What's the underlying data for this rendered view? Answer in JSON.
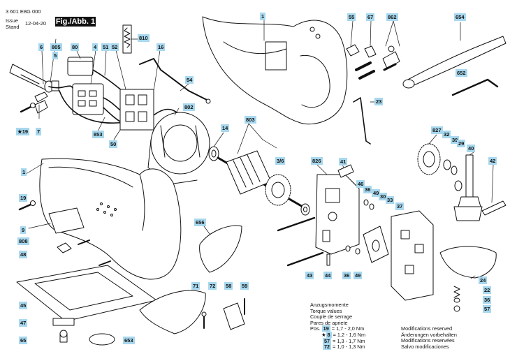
{
  "header": {
    "doc_number": "3 601 E8G 000",
    "issue_label": "Issue",
    "stand_label": "Stand",
    "issue_date": "12-04-20",
    "figure_label": "Fig./Abb. 1"
  },
  "part_labels": [
    {
      "id": "1a",
      "text": "1"
    },
    {
      "id": "55",
      "text": "55"
    },
    {
      "id": "67",
      "text": "67"
    },
    {
      "id": "862",
      "text": "862"
    },
    {
      "id": "654",
      "text": "654"
    },
    {
      "id": "6",
      "text": "6"
    },
    {
      "id": "805",
      "text": "805"
    },
    {
      "id": "5",
      "text": "5"
    },
    {
      "id": "80",
      "text": "80"
    },
    {
      "id": "4",
      "text": "4"
    },
    {
      "id": "51",
      "text": "51"
    },
    {
      "id": "52",
      "text": "52"
    },
    {
      "id": "810",
      "text": "810"
    },
    {
      "id": "16",
      "text": "16"
    },
    {
      "id": "54",
      "text": "54"
    },
    {
      "id": "652",
      "text": "652"
    },
    {
      "id": "23",
      "text": "23"
    },
    {
      "id": "802",
      "text": "802"
    },
    {
      "id": "19a",
      "text": "19"
    },
    {
      "id": "7",
      "text": "7"
    },
    {
      "id": "853",
      "text": "853"
    },
    {
      "id": "50",
      "text": "50"
    },
    {
      "id": "14",
      "text": "14"
    },
    {
      "id": "803",
      "text": "803"
    },
    {
      "id": "36_6",
      "text": "3/6"
    },
    {
      "id": "827",
      "text": "827"
    },
    {
      "id": "32",
      "text": "32"
    },
    {
      "id": "39",
      "text": "39"
    },
    {
      "id": "29",
      "text": "29"
    },
    {
      "id": "40",
      "text": "40"
    },
    {
      "id": "1b",
      "text": "1"
    },
    {
      "id": "826",
      "text": "826"
    },
    {
      "id": "41",
      "text": "41"
    },
    {
      "id": "42",
      "text": "42"
    },
    {
      "id": "46",
      "text": "46"
    },
    {
      "id": "36a",
      "text": "36"
    },
    {
      "id": "49a",
      "text": "49"
    },
    {
      "id": "30",
      "text": "30"
    },
    {
      "id": "33",
      "text": "33"
    },
    {
      "id": "19b",
      "text": "19"
    },
    {
      "id": "37",
      "text": "37"
    },
    {
      "id": "9",
      "text": "9"
    },
    {
      "id": "656",
      "text": "656"
    },
    {
      "id": "808",
      "text": "808"
    },
    {
      "id": "48",
      "text": "48"
    },
    {
      "id": "43",
      "text": "43"
    },
    {
      "id": "44",
      "text": "44"
    },
    {
      "id": "36b",
      "text": "36"
    },
    {
      "id": "49b",
      "text": "49"
    },
    {
      "id": "24",
      "text": "24"
    },
    {
      "id": "71",
      "text": "71"
    },
    {
      "id": "72",
      "text": "72"
    },
    {
      "id": "58",
      "text": "58"
    },
    {
      "id": "59",
      "text": "59"
    },
    {
      "id": "22",
      "text": "22"
    },
    {
      "id": "36c",
      "text": "36"
    },
    {
      "id": "45",
      "text": "45"
    },
    {
      "id": "57",
      "text": "57"
    },
    {
      "id": "47",
      "text": "47"
    },
    {
      "id": "65",
      "text": "65"
    },
    {
      "id": "653",
      "text": "653"
    }
  ],
  "torque_block": {
    "lines": [
      "Anzugsmomente",
      "Torque values",
      "Couple de serrage",
      "Pares de apriete"
    ],
    "rows": [
      {
        "prefix": "Pos.",
        "part": "19",
        "value": "= 1,7 - 2,0 Nm"
      },
      {
        "prefix": "★",
        "part": "8",
        "value": "= 1,2 - 1,6 Nm"
      },
      {
        "prefix": "",
        "part": "57",
        "value": "= 1,3 - 1,7 Nm"
      },
      {
        "prefix": "",
        "part": "72",
        "value": "= 1,0 - 1,3 Nm"
      }
    ]
  },
  "modifications": [
    "Modifications reserved",
    "Änderungen vorbehalten",
    "Modifications reservées",
    "Salvo modificaciones"
  ],
  "star_marker": "★",
  "colors": {
    "label_bg": "#a8d8ee",
    "line": "#111111"
  }
}
